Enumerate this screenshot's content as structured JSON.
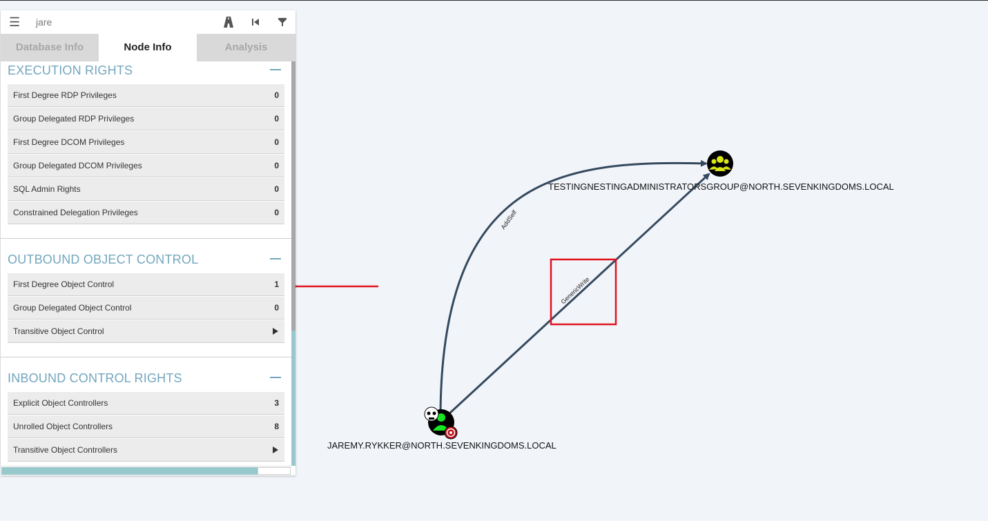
{
  "search": {
    "query": "jare"
  },
  "toolbar": {
    "pathfinding_icon": "road-icon",
    "back_icon": "skip-back-icon",
    "filter_icon": "filter-icon",
    "menu_icon": "hamburger-icon"
  },
  "tabs": [
    {
      "label": "Database Info",
      "active": false
    },
    {
      "label": "Node Info",
      "active": true
    },
    {
      "label": "Analysis",
      "active": false
    }
  ],
  "sections": {
    "execution": {
      "title": "EXECUTION RIGHTS",
      "rows": [
        {
          "label": "First Degree RDP Privileges",
          "value": "0"
        },
        {
          "label": "Group Delegated RDP Privileges",
          "value": "0"
        },
        {
          "label": "First Degree DCOM Privileges",
          "value": "0"
        },
        {
          "label": "Group Delegated DCOM Privileges",
          "value": "0"
        },
        {
          "label": "SQL Admin Rights",
          "value": "0"
        },
        {
          "label": "Constrained Delegation Privileges",
          "value": "0"
        }
      ]
    },
    "outbound": {
      "title": "OUTBOUND OBJECT CONTROL",
      "rows": [
        {
          "label": "First Degree Object Control",
          "value": "1"
        },
        {
          "label": "Group Delegated Object Control",
          "value": "0"
        },
        {
          "label": "Transitive Object Control",
          "value": ""
        }
      ]
    },
    "inbound": {
      "title": "INBOUND CONTROL RIGHTS",
      "rows": [
        {
          "label": "Explicit Object Controllers",
          "value": "3"
        },
        {
          "label": "Unrolled Object Controllers",
          "value": "8"
        },
        {
          "label": "Transitive Object Controllers",
          "value": ""
        }
      ]
    }
  },
  "graph": {
    "nodes": {
      "user": {
        "label": "JAREMY.RYKKER@NORTH.SEVENKINGDOMS.LOCAL",
        "type": "user"
      },
      "group": {
        "label": "TESTINGNESTINGADMINISTRATORSGROUP@NORTH.SEVENKINGDOMS.LOCAL",
        "type": "group"
      }
    },
    "edges": {
      "addself": {
        "label": "AddSelf"
      },
      "genericwrite": {
        "label": "GenericWrite"
      }
    }
  },
  "colors": {
    "accent": "#72a6be",
    "edge": "#34495e",
    "highlight": "#e0121e",
    "user_node": "#17e625",
    "group_node": "#dbe617"
  }
}
